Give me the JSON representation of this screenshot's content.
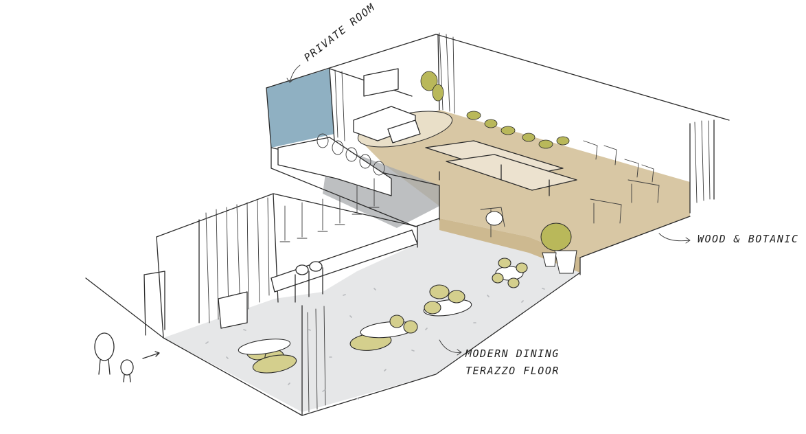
{
  "annotations": {
    "private_room": "PRIVATE ROOM",
    "wood_botanic": "WOOD & BOTANIC",
    "modern_dining_line1": "MODERN DINING",
    "modern_dining_line2": "TERAZZO FLOOR"
  },
  "colors": {
    "terrazzo_floor": "#e6e7e8",
    "wood_floor": "#d8c7a4",
    "private_room_wall": "#8fb0c2",
    "grey_bar_zone": "#a7a9ac",
    "upholstery": "#d4cf8d",
    "foliage": "#b9b85a",
    "ink": "#2b2b2b"
  }
}
